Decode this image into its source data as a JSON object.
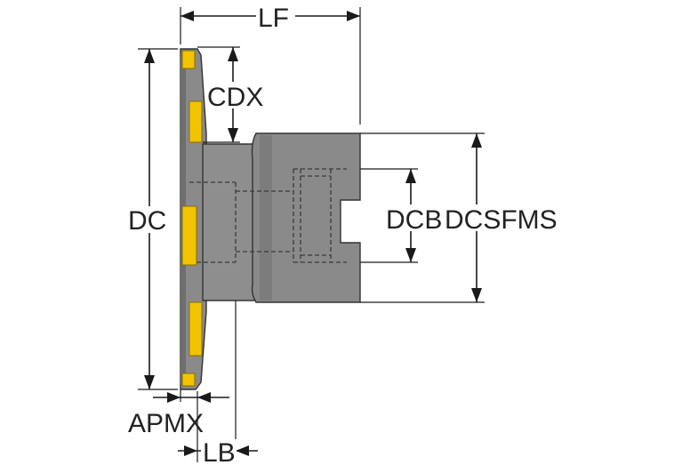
{
  "colors": {
    "body_fill": "#8a8a8a",
    "body_dark": "#6e6e6e",
    "insert_fill": "#f2c400",
    "insert_edge": "#8a6d00",
    "line": "#1a1a1a",
    "background": "#ffffff"
  },
  "dimensions": {
    "lf": "LF",
    "cdx": "CDX",
    "dc": "DC",
    "dcb": "DCB",
    "dcsfms": "DCSFMS",
    "apmx": "APMX",
    "lb": "LB"
  }
}
